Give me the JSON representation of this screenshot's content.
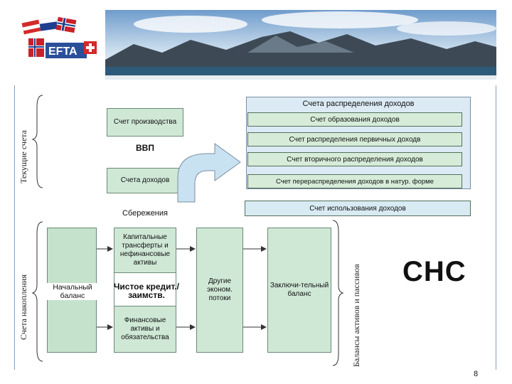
{
  "sidebar": {
    "current_accounts": "Текущие счета",
    "accumulation_accounts": "Счета накопления",
    "balances": "Балансы активов и пассивов"
  },
  "left": {
    "production": "Счет производства",
    "gdp": "ВВП",
    "income": "Счета доходов",
    "savings": "Сбережения"
  },
  "distribution": {
    "title": "Счета распределения доходов",
    "items": [
      "Счет образования доходов",
      "Счет распределения первичных доходв",
      "Счет вторичного распределения доходов",
      "Счет перераспределения доходов в натур. форме"
    ],
    "use_of_income": "Счет использования доходов"
  },
  "accumulation": {
    "opening_balance": "Начальный баланс",
    "capital_transfers": "Капитальные трансферты и нефинансовые активы",
    "net_lending": "Чистое кредит./ заимств.",
    "financial_assets": "Финансовые активы и обязательства",
    "other_flows": "Другие эконом. потоки",
    "closing_balance": "Заключи-тельный баланс"
  },
  "brand": {
    "logo_text": "EFTA"
  },
  "sns_label": "СНС",
  "page_number": "8"
}
